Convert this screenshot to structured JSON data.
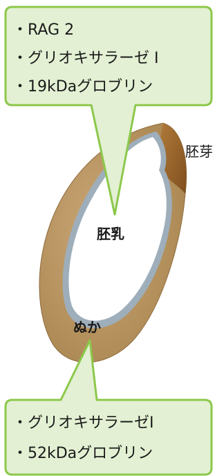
{
  "top_callout": {
    "lines": [
      "・RAG 2",
      "・グリオキサラーゼ I",
      "・19kDaグロブリン"
    ]
  },
  "bottom_callout": {
    "lines": [
      "・グリオキサラーゼI",
      "・52kDaグロブリン"
    ]
  },
  "labels": {
    "germ": "胚芽",
    "endosperm": "胚乳",
    "bran": "ぬか"
  },
  "colors": {
    "callout_fill": "#e3f0d3",
    "callout_border": "#8cc84b",
    "bran": "#b89565",
    "germ": "#9a6428",
    "aleurone": "#9eaebb",
    "endosperm": "#ffffff"
  }
}
